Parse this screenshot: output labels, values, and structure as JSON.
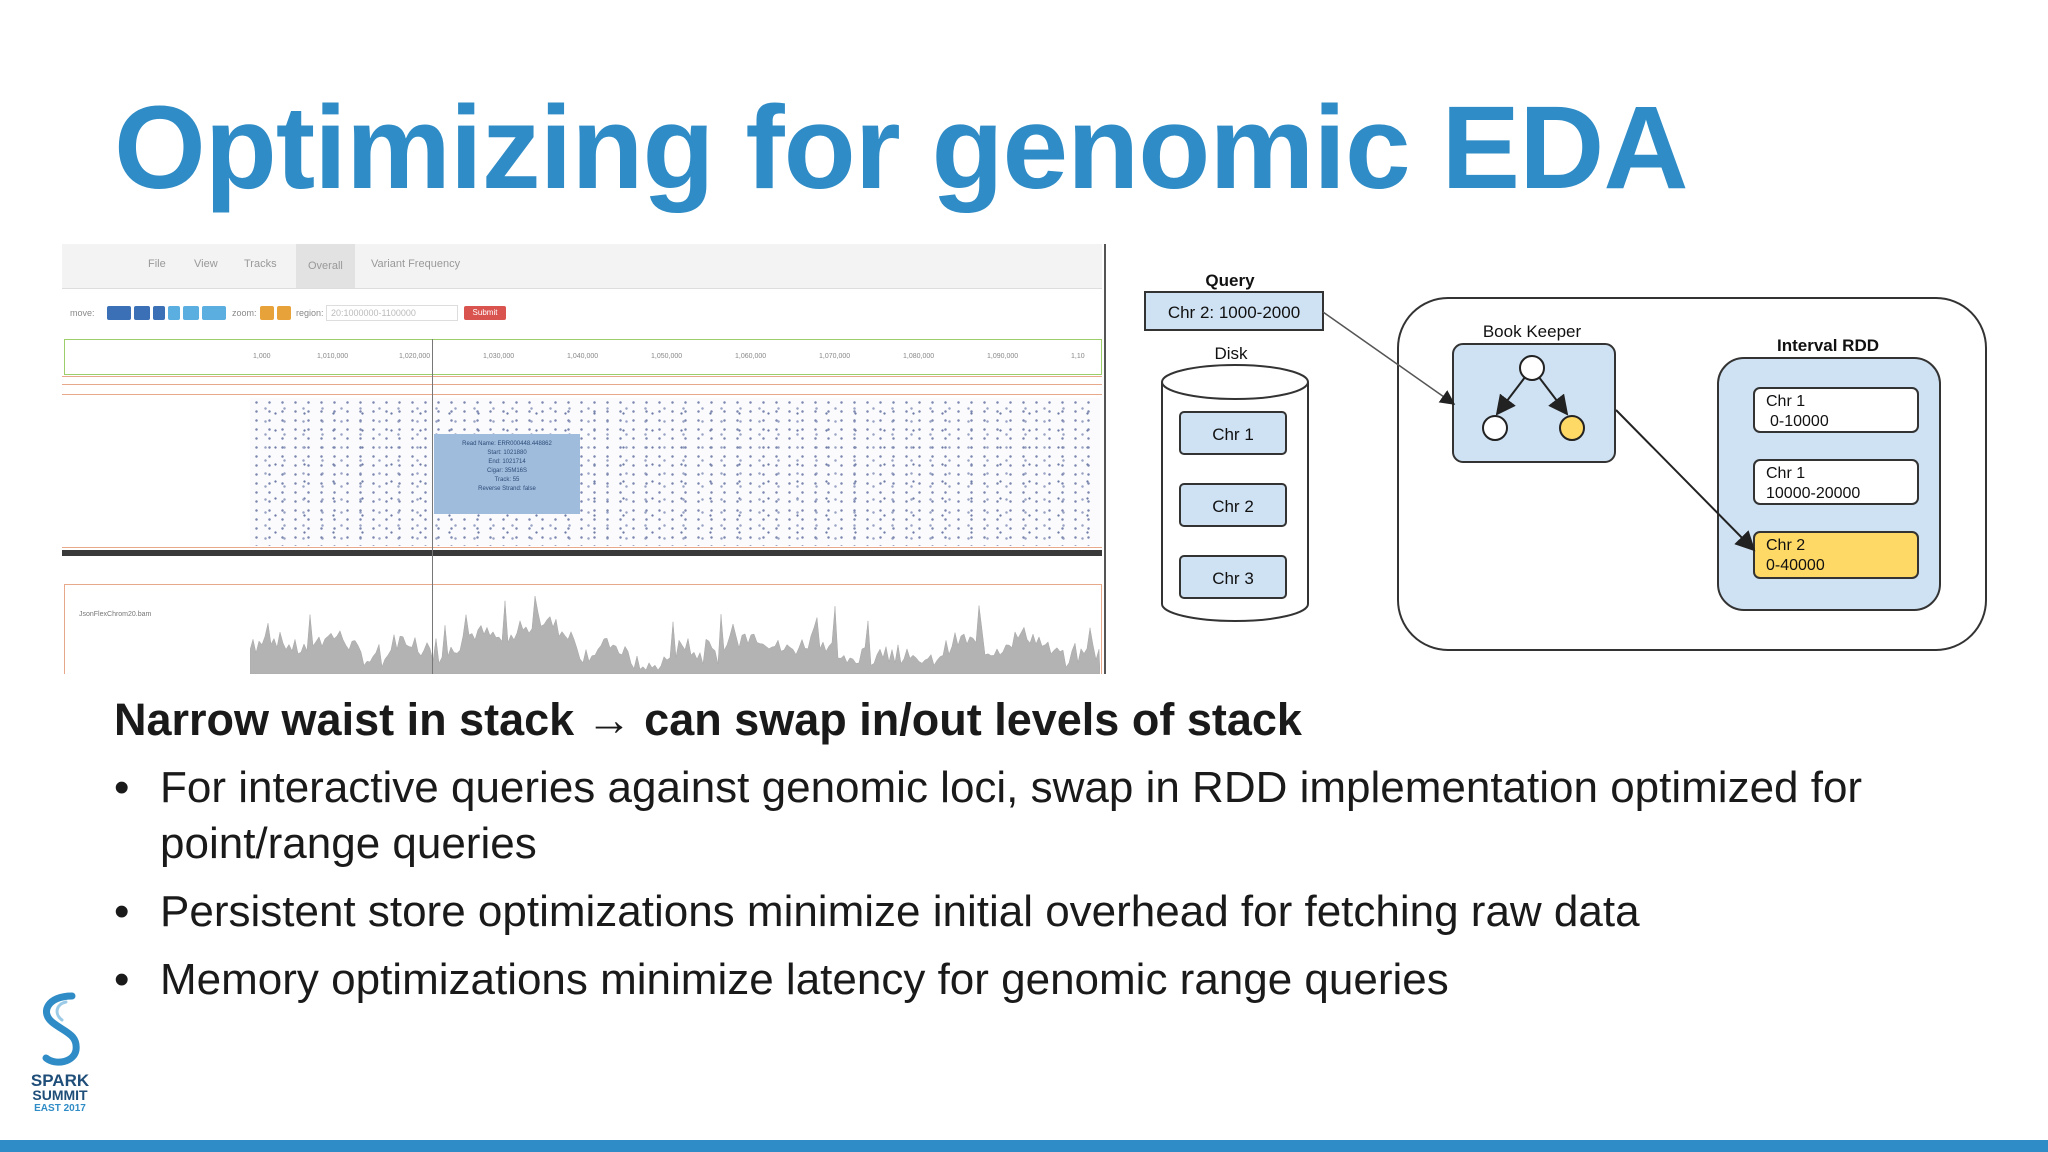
{
  "slide": {
    "title": "Optimizing for genomic EDA",
    "heading": "Narrow waist in stack → can swap in/out levels of stack",
    "bullets": [
      "For interactive queries against genomic loci, swap in RDD implementation optimized for point/range queries",
      "Persistent store optimizations minimize initial overhead for fetching raw data",
      "Memory optimizations minimize latency for genomic range queries"
    ],
    "bullet_symbol": "•"
  },
  "browser": {
    "menu": [
      "File",
      "View",
      "Tracks",
      "Overall",
      "Variant Frequency"
    ],
    "active_menu": "Overall",
    "controls": {
      "move_label": "move:",
      "zoom_label": "zoom:",
      "region_label": "region:",
      "region_value": "20:1000000-1100000",
      "submit_label": "Submit"
    },
    "ruler_ticks": [
      "1,000",
      "1,010,000",
      "1,020,000",
      "1,030,000",
      "1,040,000",
      "1,050,000",
      "1,060,000",
      "1,070,000",
      "1,080,000",
      "1,090,000",
      "1,10"
    ],
    "tooltip_lines": [
      "Read Name: ERR000448.448862",
      "Start: 1021880",
      "End: 1021714",
      "Cigar: 35M16S",
      "Track: 55",
      "Reverse Strand: false"
    ],
    "coverage_label": "JsonFlexChrom20.bam"
  },
  "diagram": {
    "query_label": "Query",
    "query_value": "Chr 2: 1000-2000",
    "disk_label": "Disk",
    "disk_items": [
      "Chr 1",
      "Chr 2",
      "Chr 3"
    ],
    "bookkeeper_label": "Book Keeper",
    "interval_rdd_label": "Interval RDD",
    "rdd_items": [
      {
        "line1": "Chr 1",
        "line2": "0-10000",
        "highlight": false
      },
      {
        "line1": "Chr 1",
        "line2": "10000-20000",
        "highlight": false
      },
      {
        "line1": "Chr 2",
        "line2": "0-40000",
        "highlight": true
      }
    ]
  },
  "logo": {
    "lines": [
      "SPARK",
      "SUMMIT",
      "EAST 2017"
    ]
  },
  "colors": {
    "title": "#2f8cc6",
    "accent_bar": "#2f8cc6",
    "box_fill": "#cfe2f3",
    "highlight_fill": "#ffd966",
    "text": "#1a1a1a"
  }
}
